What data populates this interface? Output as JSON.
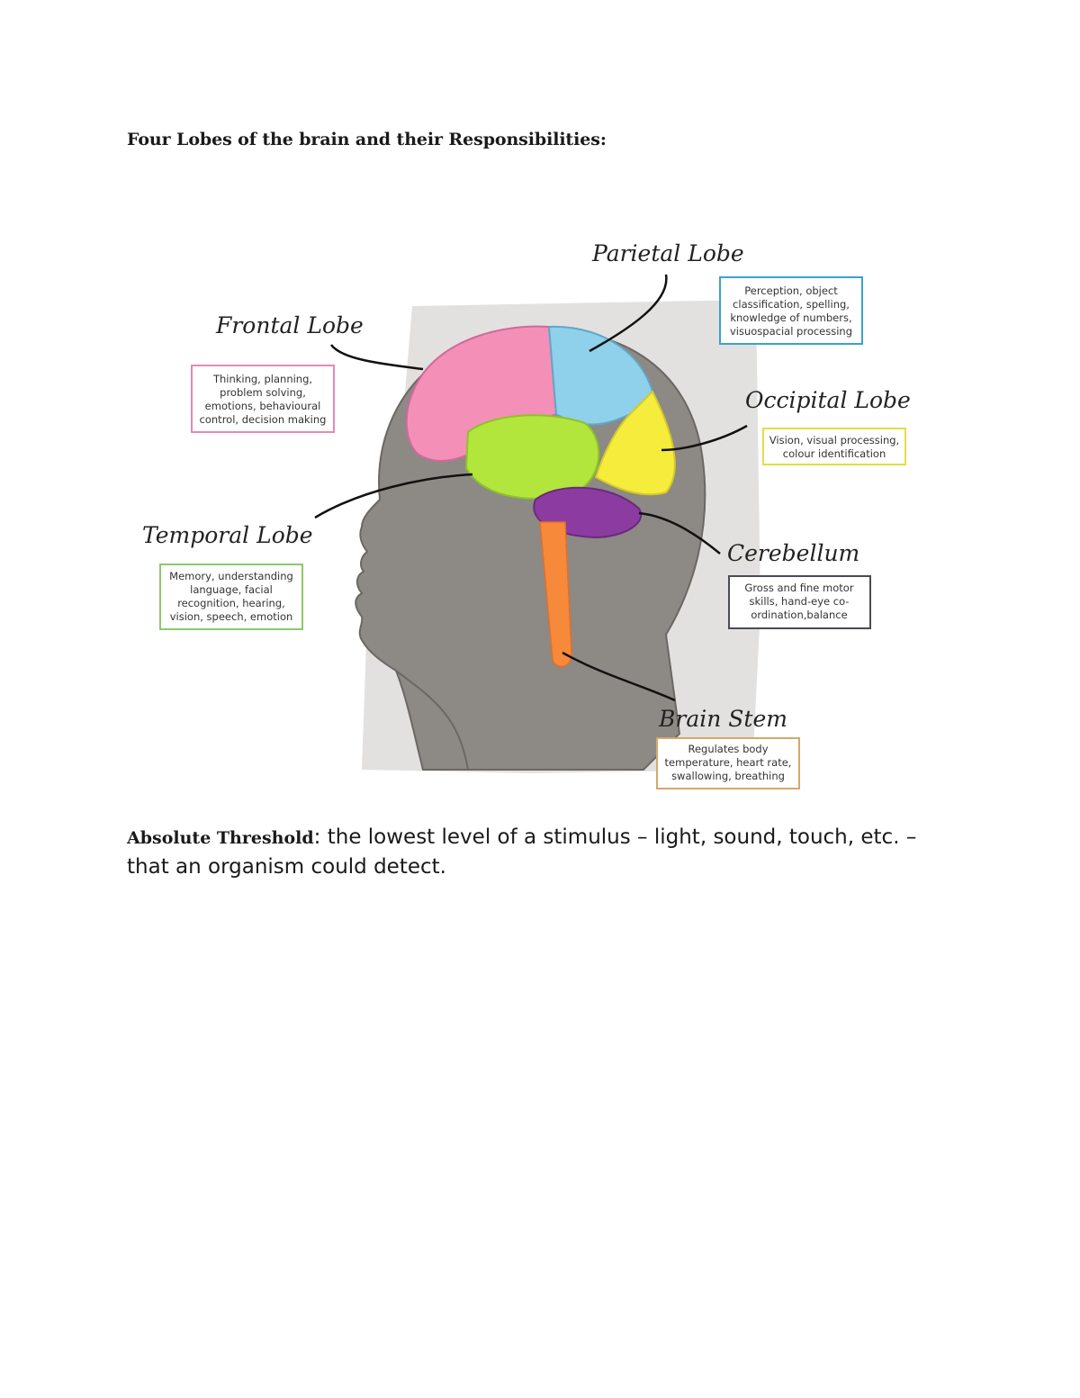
{
  "heading": "Four Lobes of the brain and their Responsibilities:",
  "diagram": {
    "lobes": [
      {
        "id": "parietal",
        "label": "Parietal Lobe",
        "desc": [
          "Perception, object",
          "classification, spelling,",
          "knowledge of numbers,",
          "visuospacial processing"
        ],
        "color": "#8fd0ea",
        "box_color": "#3aa3c8"
      },
      {
        "id": "frontal",
        "label": "Frontal Lobe",
        "desc": [
          "Thinking, planning,",
          "problem solving,",
          "emotions, behavioural",
          "control, decision making"
        ],
        "color": "#f48fb8",
        "box_color": "#e48ab4"
      },
      {
        "id": "occipital",
        "label": "Occipital Lobe",
        "desc": [
          "Vision, visual processing,",
          "colour identification"
        ],
        "color": "#f6ec3c",
        "box_color": "#e6dc44"
      },
      {
        "id": "temporal",
        "label": "Temporal Lobe",
        "desc": [
          "Memory, understanding",
          "language, facial",
          "recognition, hearing,",
          "vision,  speech, emotion"
        ],
        "color": "#b2e63c",
        "box_color": "#8cc86c"
      },
      {
        "id": "cerebellum",
        "label": "Cerebellum",
        "desc": [
          "Gross and fine motor",
          "skills, hand-eye co-",
          "ordination,balance"
        ],
        "color": "#8c3ca0",
        "box_color": "#4a4a5a"
      },
      {
        "id": "brainstem",
        "label": "Brain Stem",
        "desc": [
          "Regulates body",
          "temperature, heart rate,",
          "swallowing, breathing"
        ],
        "color": "#f7893a",
        "box_color": "#d4a86a"
      }
    ]
  },
  "definition": {
    "term": "Absolute Threshold",
    "separator": ": ",
    "text": "the lowest level of a stimulus – light, sound, touch, etc. – that an organism could detect."
  }
}
